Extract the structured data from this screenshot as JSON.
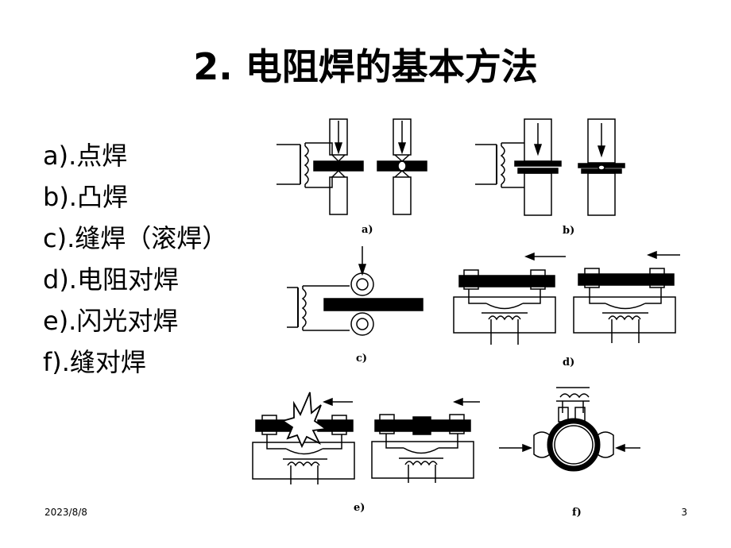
{
  "slide": {
    "title": "2. 电阻焊的基本方法",
    "methods": [
      "a).点焊",
      "b).凸焊",
      "c).缝焊（滚焊）",
      "d).电阻对焊",
      "e).闪光对焊",
      "f).缝对焊"
    ],
    "figure_captions": {
      "a": "a)",
      "b": "b)",
      "c": "c)",
      "d": "d)",
      "e": "e)",
      "f": "f)"
    },
    "footer": {
      "date": "2023/8/8",
      "page_number": "3"
    }
  }
}
